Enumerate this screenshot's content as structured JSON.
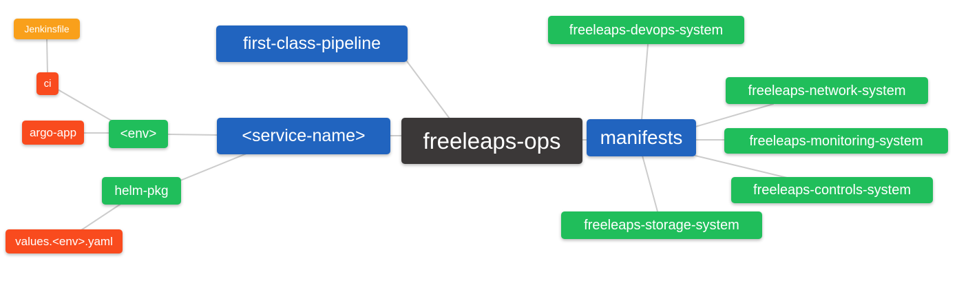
{
  "diagram": {
    "type": "mindmap",
    "root": "freeleaps-ops",
    "background": "#ffffff",
    "edge_color": "#cccccc",
    "palette": {
      "orange": "#F9A01B",
      "red": "#F94B1E",
      "green": "#20BE5B",
      "blue": "#2164BF",
      "dark": "#3B3838",
      "text": "#ffffff"
    },
    "nodes": [
      {
        "id": "jenkinsfile",
        "label": "Jenkinsfile",
        "color": "#F9A01B"
      },
      {
        "id": "ci",
        "label": "ci",
        "color": "#F94B1E"
      },
      {
        "id": "argo-app",
        "label": "argo-app",
        "color": "#F94B1E"
      },
      {
        "id": "env",
        "label": "<env>",
        "color": "#20BE5B"
      },
      {
        "id": "helm-pkg",
        "label": "helm-pkg",
        "color": "#20BE5B"
      },
      {
        "id": "values-env-yaml",
        "label": "values.<env>.yaml",
        "color": "#F94B1E"
      },
      {
        "id": "first-class-pipeline",
        "label": "first-class-pipeline",
        "color": "#2164BF"
      },
      {
        "id": "service-name",
        "label": "<service-name>",
        "color": "#2164BF"
      },
      {
        "id": "freeleaps-ops",
        "label": "freeleaps-ops",
        "color": "#3B3838"
      },
      {
        "id": "manifests",
        "label": "manifests",
        "color": "#2164BF"
      },
      {
        "id": "freeleaps-devops-system",
        "label": "freeleaps-devops-system",
        "color": "#20BE5B"
      },
      {
        "id": "freeleaps-network-system",
        "label": "freeleaps-network-system",
        "color": "#20BE5B"
      },
      {
        "id": "freeleaps-monitoring-system",
        "label": "freeleaps-monitoring-system",
        "color": "#20BE5B"
      },
      {
        "id": "freeleaps-controls-system",
        "label": "freeleaps-controls-system",
        "color": "#20BE5B"
      },
      {
        "id": "freeleaps-storage-system",
        "label": "freeleaps-storage-system",
        "color": "#20BE5B"
      }
    ],
    "edges": [
      {
        "from": "Jenkinsfile",
        "to": "ci"
      },
      {
        "from": "ci",
        "to": "<env>"
      },
      {
        "from": "argo-app",
        "to": "<env>"
      },
      {
        "from": "<env>",
        "to": "<service-name>"
      },
      {
        "from": "<service-name>",
        "to": "helm-pkg"
      },
      {
        "from": "helm-pkg",
        "to": "values.<env>.yaml"
      },
      {
        "from": "first-class-pipeline",
        "to": "freeleaps-ops"
      },
      {
        "from": "<service-name>",
        "to": "freeleaps-ops"
      },
      {
        "from": "freeleaps-ops",
        "to": "manifests"
      },
      {
        "from": "manifests",
        "to": "freeleaps-devops-system"
      },
      {
        "from": "manifests",
        "to": "freeleaps-network-system"
      },
      {
        "from": "manifests",
        "to": "freeleaps-monitoring-system"
      },
      {
        "from": "manifests",
        "to": "freeleaps-controls-system"
      },
      {
        "from": "manifests",
        "to": "freeleaps-storage-system"
      }
    ]
  }
}
